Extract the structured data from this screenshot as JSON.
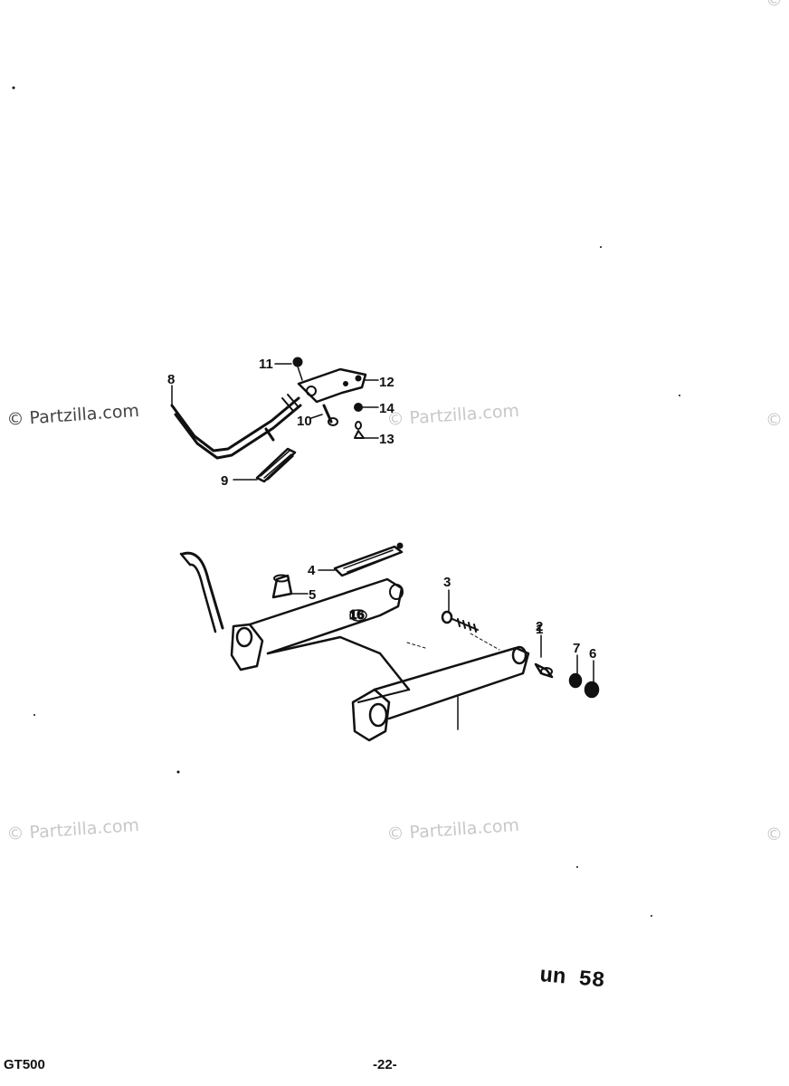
{
  "watermark": {
    "text": "© Partzilla.com",
    "color": "#c8c8c8",
    "first_color": "#444444"
  },
  "callouts": {
    "c1": "1",
    "c2": "2",
    "c3": "3",
    "c4": "4",
    "c5": "5",
    "c6": "6",
    "c7": "7",
    "c8": "8",
    "c9": "9",
    "c10": "10",
    "c11": "11",
    "c12": "12",
    "c13": "13",
    "c14": "14",
    "c16": "16"
  },
  "reference_mark": "un 58",
  "footer": {
    "model": "GT500",
    "page": "-22-"
  },
  "colors": {
    "ink": "#111111",
    "paper": "#ffffff"
  }
}
